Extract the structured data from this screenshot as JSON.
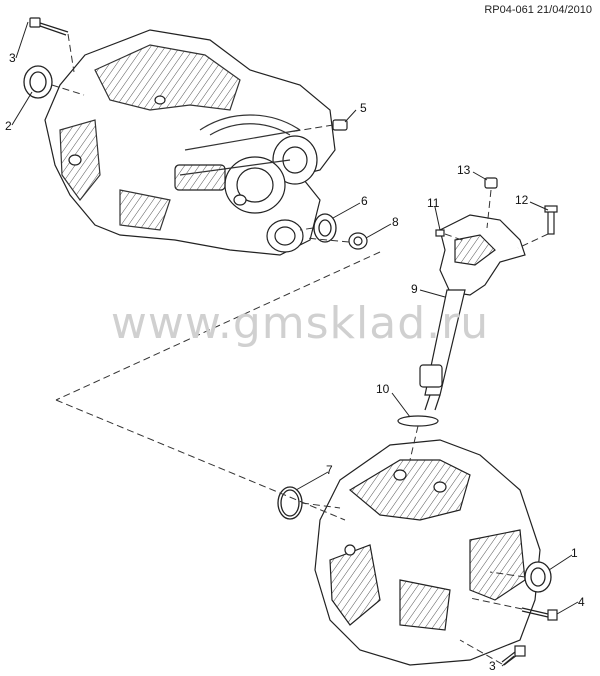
{
  "header": {
    "reference": "RP04-061 21/04/2010"
  },
  "watermark": "www.gmsklad.ru",
  "callouts": [
    {
      "id": "c3-top",
      "label": "3"
    },
    {
      "id": "c2",
      "label": "2"
    },
    {
      "id": "c5",
      "label": "5"
    },
    {
      "id": "c6",
      "label": "6"
    },
    {
      "id": "c8",
      "label": "8"
    },
    {
      "id": "c13",
      "label": "13"
    },
    {
      "id": "c11",
      "label": "11"
    },
    {
      "id": "c12",
      "label": "12"
    },
    {
      "id": "c9",
      "label": "9"
    },
    {
      "id": "c10",
      "label": "10"
    },
    {
      "id": "c7",
      "label": "7"
    },
    {
      "id": "c1",
      "label": "1"
    },
    {
      "id": "c4",
      "label": "4"
    },
    {
      "id": "c3-bottom",
      "label": "3"
    }
  ]
}
